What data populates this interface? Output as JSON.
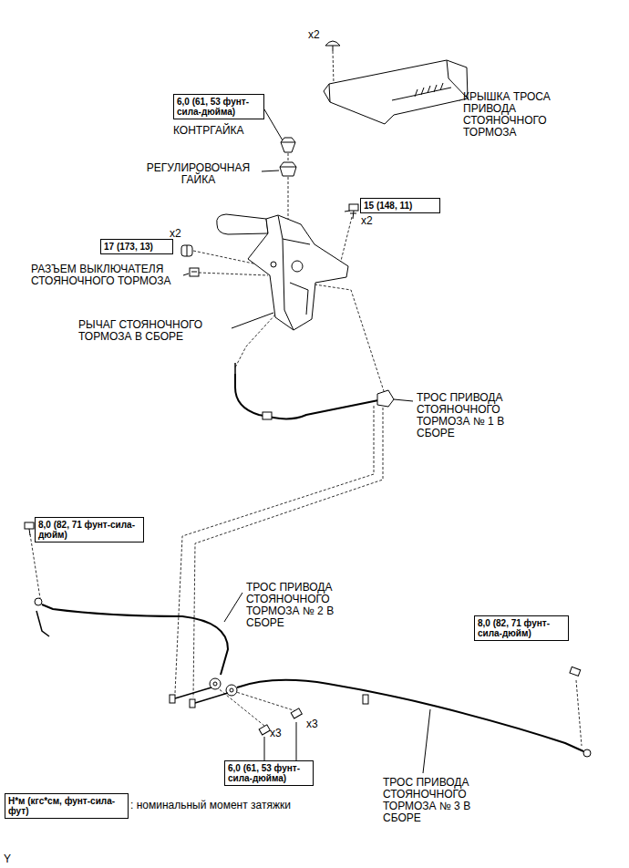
{
  "diagram": {
    "nodes": [
      {
        "text": [
          "6,0 (61, 53 фунт-сила-дюйма)"
        ]
      },
      {
        "text": [
          "15 (148, 11)"
        ]
      },
      {
        "text": [
          "17 (173, 13)"
        ]
      },
      {
        "text": [
          "8,0 (82, 71 фунт-сила-дюйм)"
        ]
      },
      {
        "text": [
          "8,0 (82, 71 фунт-сила-дюйм)"
        ]
      },
      {
        "text": [
          "6,0 (61, 53 фунт-сила-дюйма)"
        ]
      },
      {
        "text": [
          "Н*м (кгс*см, фунт-сила-фут)"
        ]
      }
    ],
    "labels": [
      "x2",
      "КРЫШКА ТРОСА ПРИВОДА СТОЯНОЧНОГО ТОРМОЗА",
      "КОНТРГАЙКА",
      "РЕГУЛИРОВОЧНАЯ ГАЙКА",
      "x2",
      "x2",
      "РАЗЪЕМ ВЫКЛЮЧАТЕЛЯ СТОЯНОЧНОГО ТОРМОЗА",
      "РЫЧАГ СТОЯНОЧНОГО ТОРМОЗА В СБОРЕ",
      "ТРОС ПРИВОДА СТОЯНОЧНОГО ТОРМОЗА № 1 В СБОРЕ",
      "ТРОС ПРИВОДА СТОЯНОЧНОГО ТОРМОЗА № 2 В СБОРЕ",
      "x3",
      "x3",
      "ТРОС ПРИВОДА СТОЯНОЧНОГО ТОРМОЗА № 3 В СБОРЕ",
      ": номинальный момент затяжки",
      "Y"
    ]
  }
}
